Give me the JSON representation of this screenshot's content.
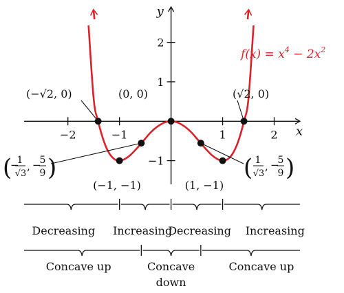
{
  "chart_data": {
    "type": "line",
    "function_label": "f(x) = x⁴ − 2x²",
    "function_label_parts": {
      "lhs": "f(x) = x",
      "exp1": "4",
      "mid": " − 2x",
      "exp2": "2"
    },
    "xlabel": "x",
    "ylabel": "y",
    "xlim": [
      -2.85,
      2.5
    ],
    "ylim": [
      -1.6,
      2.9
    ],
    "x_ticks": [
      -2,
      -1,
      1,
      2
    ],
    "x_tick_labels": [
      "−2",
      "−1",
      "1",
      "2"
    ],
    "y_ticks": [
      -1,
      1,
      2
    ],
    "y_tick_labels": [
      "−1",
      "1",
      "2"
    ],
    "series": [
      {
        "color": "#d9232a",
        "x": [
          -1.6,
          -1.5,
          -1.414,
          -1.3,
          -1.2,
          -1.1,
          -1.0,
          -0.9,
          -0.8,
          -0.7,
          -0.577,
          -0.5,
          -0.4,
          -0.3,
          -0.2,
          -0.1,
          0.0,
          0.1,
          0.2,
          0.3,
          0.4,
          0.5,
          0.577,
          0.7,
          0.8,
          0.9,
          1.0,
          1.1,
          1.2,
          1.3,
          1.414,
          1.5,
          1.6
        ],
        "y": [
          2.43,
          0.56,
          0.0,
          -0.52,
          -0.81,
          -0.96,
          -1.0,
          -0.96,
          -0.87,
          -0.74,
          -0.56,
          -0.44,
          -0.29,
          -0.17,
          -0.08,
          -0.02,
          0.0,
          -0.02,
          -0.08,
          -0.17,
          -0.29,
          -0.44,
          -0.56,
          -0.74,
          -0.87,
          -0.96,
          -1.0,
          -0.96,
          -0.81,
          -0.52,
          0.0,
          0.56,
          2.43
        ]
      }
    ],
    "points": [
      {
        "x": -1.414,
        "y": 0,
        "label": "(−√2, 0)"
      },
      {
        "x": 0,
        "y": 0,
        "label": "(0, 0)"
      },
      {
        "x": 1.414,
        "y": 0,
        "label": "(√2, 0)"
      },
      {
        "x": -1,
        "y": -1,
        "label": "(−1, −1)"
      },
      {
        "x": 1,
        "y": -1,
        "label": "(1, −1)"
      },
      {
        "x": -0.577,
        "y": -0.556,
        "label": "(−1/√3, −5/9)"
      },
      {
        "x": 0.577,
        "y": -0.556,
        "label": "(1/√3, −5/9)"
      }
    ],
    "inflection_labels": {
      "left": {
        "open": "(",
        "num1": "1",
        "den1": "√3",
        "sep": ",",
        "minus": "−",
        "num2": "5",
        "den2": "9",
        "close": ")",
        "lead_minus": "−"
      },
      "right": {
        "open": "(",
        "num1": "1",
        "den1": "√3",
        "sep": ",",
        "minus": "−",
        "num2": "5",
        "den2": "9",
        "close": ")"
      }
    },
    "monotonicity": [
      {
        "from": -2.85,
        "to": -1,
        "label": "Decreasing"
      },
      {
        "from": -1,
        "to": 0,
        "label": "Increasing"
      },
      {
        "from": 0,
        "to": 1,
        "label": "Decreasing"
      },
      {
        "from": 1,
        "to": 2.5,
        "label": "Increasing"
      }
    ],
    "concavity": [
      {
        "from": -2.85,
        "to": -0.577,
        "label": "Concave up"
      },
      {
        "from": -0.577,
        "to": 0.577,
        "label": "Concave",
        "label2": "down"
      },
      {
        "from": 0.577,
        "to": 2.5,
        "label": "Concave up"
      }
    ],
    "grid": false,
    "legend": "none"
  }
}
